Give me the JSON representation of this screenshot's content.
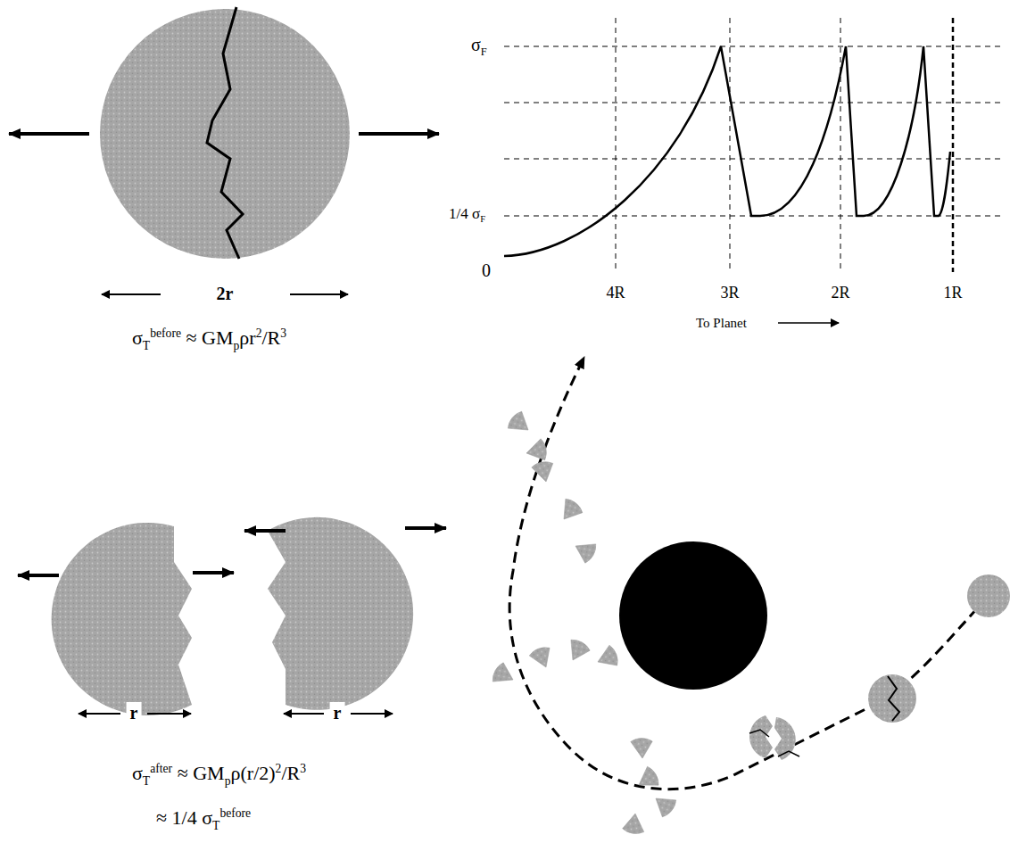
{
  "diagram": {
    "labels": [
      "2r",
      "σ",
      "T",
      "before",
      " ≈ GM",
      "p",
      "ρr",
      "2",
      "/R",
      "3",
      "σ",
      "T",
      "after",
      " ≈ GM",
      "p",
      "ρ(r/2)",
      "2",
      "/R",
      "3",
      "≈ 1/4 σ",
      "T",
      "before",
      "r",
      "r",
      "σ",
      "F",
      "1/4 σ",
      "F",
      "0",
      "4R",
      "3R",
      "2R",
      "1R",
      "To Planet"
    ]
  }
}
